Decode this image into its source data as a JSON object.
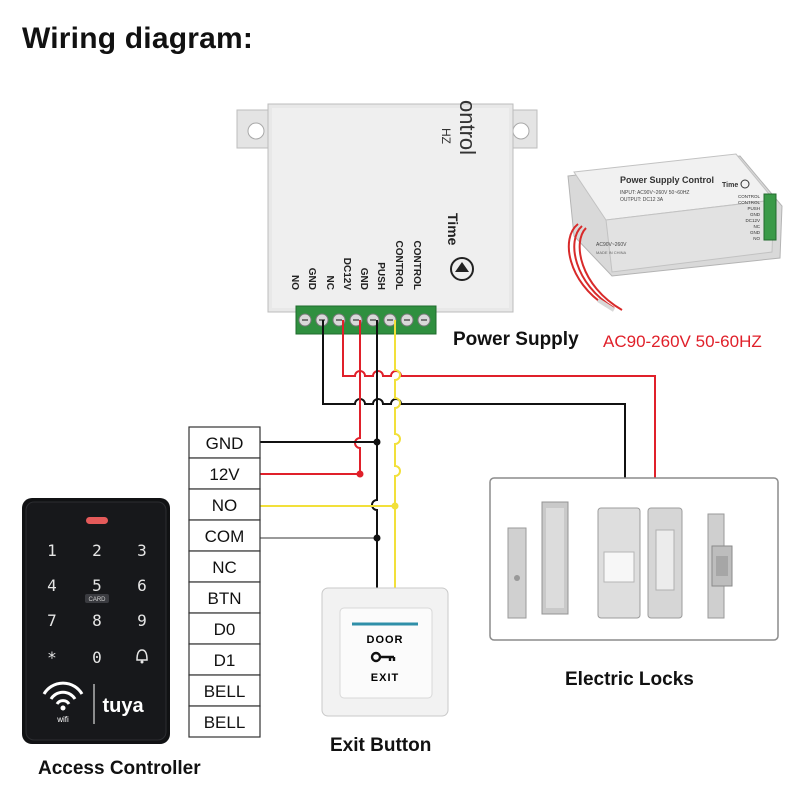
{
  "title": "Wiring diagram:",
  "power_supply": {
    "label": "Power Supply",
    "ac_range": "AC90-260V 50-60HZ",
    "terminals": [
      "NO",
      "GND",
      "NC",
      "DC12V",
      "GND",
      "PUSH",
      "CONTROL",
      "CONTROL"
    ],
    "brand_text": "Time",
    "header_text": "ontrol",
    "cut_text": "HZ",
    "photo": {
      "title": "Power Supply Control",
      "input": "INPUT: AC90V~260V 50~60HZ",
      "output": "OUTPUT: DC12 3A",
      "ac_label": "AC90V~260V",
      "made_in": "MADE IN CHINA",
      "brand": "Time",
      "terminals": [
        "CONTROL",
        "CONTROL",
        "PUSH",
        "GND",
        "DC12V",
        "NC",
        "GND",
        "NO"
      ]
    }
  },
  "access_controller": {
    "label": "Access Controller",
    "terminals": [
      "GND",
      "12V",
      "NO",
      "COM",
      "NC",
      "BTN",
      "D0",
      "D1",
      "BELL",
      "BELL"
    ],
    "keys": [
      "1",
      "2",
      "3",
      "4",
      "5",
      "6",
      "7",
      "8",
      "9",
      "*",
      "0",
      "bell"
    ],
    "card_label": "CARD",
    "wifi_label": "wifi",
    "brand": "tuya"
  },
  "exit_button": {
    "label": "Exit Button",
    "line1": "DOOR",
    "line2": "EXIT"
  },
  "electric_locks": {
    "label": "Electric Locks"
  },
  "colors": {
    "red_wire": "#e0202a",
    "yellow_wire": "#f2e03a",
    "black_wire": "#111111",
    "gray_wire": "#9a9a9a",
    "terminal_green": "#2f8f3f",
    "device_gray": "#e6e6e6"
  }
}
